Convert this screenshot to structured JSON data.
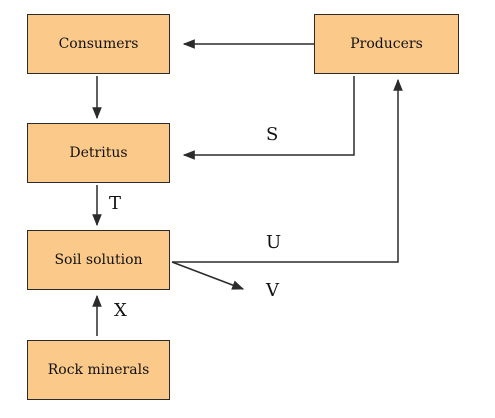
{
  "boxes": {
    "consumers": "Consumers",
    "producers": "Producers",
    "detritus": "Detritus",
    "soil_solution": "Soil solution",
    "rock_minerals": "Rock minerals"
  },
  "labels": {
    "s": "S",
    "t": "T",
    "u": "U",
    "v": "V",
    "x": "X"
  },
  "colors": {
    "box_fill": "#fbc98a",
    "line": "#2b2b2b"
  }
}
